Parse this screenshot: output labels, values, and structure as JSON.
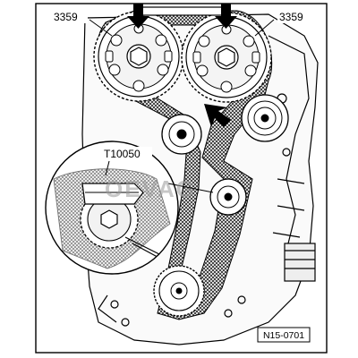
{
  "diagram": {
    "callouts": {
      "tool_left": "3359",
      "tool_right": "3359",
      "tool_tensioner": "T10050"
    },
    "figure_number": "N15-0701",
    "watermark": "OEVAG",
    "colors": {
      "line": "#000000",
      "belt_fill": "#9a9a9a",
      "paper": "#ffffff"
    }
  }
}
